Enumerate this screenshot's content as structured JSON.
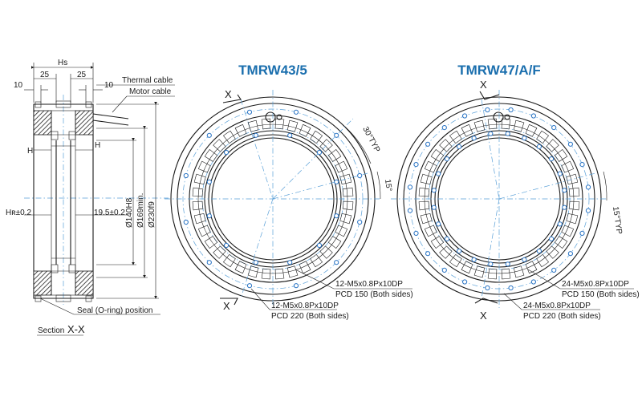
{
  "colors": {
    "title": "#1b6fae",
    "ink": "#1a1a1a",
    "centerline": "#5aa0d8",
    "hole": "#2a74c4",
    "hatch": "#222222"
  },
  "section": {
    "hs": "Hs",
    "dim_10_left": "10",
    "dim_25_left": "25",
    "dim_25_right": "25",
    "dim_10_right": "10",
    "thermal_cable": "Thermal cable",
    "motor_cable": "Motor cable",
    "h_left": "H",
    "h_right": "H",
    "hr": "Hʀ±0.2",
    "dim_19_5": "19.5±0.2",
    "d140": "Ø140H8",
    "d169": "Ø169min.",
    "d230": "Ø230f9",
    "seal": "Seal (O-ring) position",
    "section_label": "Section",
    "section_id": "X-X"
  },
  "left_view": {
    "title": "TMRW43/5",
    "angle_30": "30°TYP",
    "angle_15": "15°",
    "x_top": "X",
    "x_bottom": "X",
    "inner_holes_spec": "12-M5x0.8Px10DP",
    "inner_holes_pcd": "PCD 150 (Both sides)",
    "outer_holes_spec": "12-M5x0.8Px10DP",
    "outer_holes_pcd": "PCD 220 (Both sides)"
  },
  "right_view": {
    "title": "TMRW47/A/F",
    "angle_15": "15°TYP",
    "x_top": "X",
    "x_bottom": "X",
    "inner_holes_spec": "24-M5x0.8Px10DP",
    "inner_holes_pcd": "PCD 150 (Both sides)",
    "outer_holes_spec": "24-M5x0.8Px10DP",
    "outer_holes_pcd": "PCD 220 (Both sides)"
  }
}
